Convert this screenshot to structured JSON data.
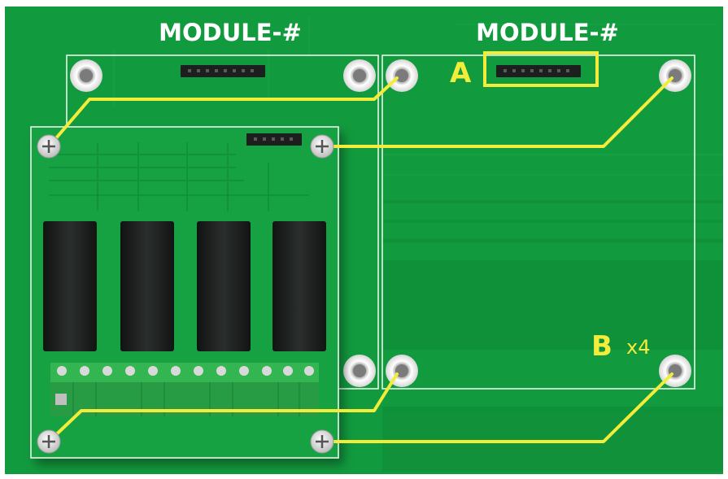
{
  "labels": {
    "module_left": "MODULE-#",
    "module_right": "MODULE-#",
    "callout_a": "A",
    "callout_b": "B",
    "callout_b_qty": "x4"
  },
  "colors": {
    "board": "#129a3e",
    "board_dark": "#0c8a35",
    "accent_yellow": "#f2ec3a",
    "module_outline": "#e8f2ea",
    "relay": "#1c1f1e",
    "terminal": "#33b552"
  }
}
